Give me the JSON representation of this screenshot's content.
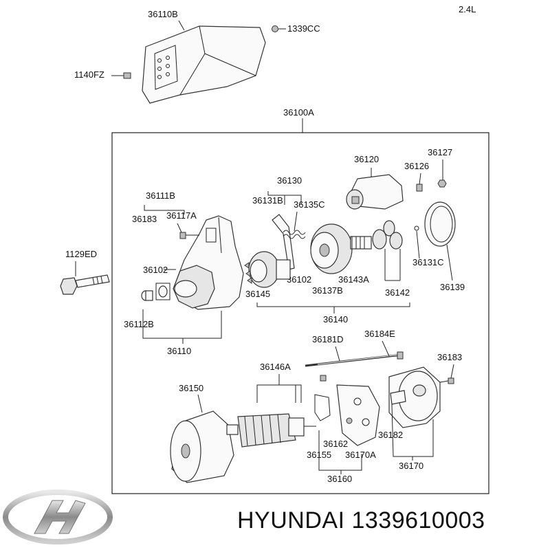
{
  "engine": "2.4L",
  "callouts": [
    {
      "id": "p36110B",
      "label": "36110B"
    },
    {
      "id": "p1339CC",
      "label": "1339CC"
    },
    {
      "id": "p1140FZ",
      "label": "1140FZ"
    },
    {
      "id": "p36100A",
      "label": "36100A"
    },
    {
      "id": "p36120",
      "label": "36120"
    },
    {
      "id": "p36127",
      "label": "36127"
    },
    {
      "id": "p36126",
      "label": "36126"
    },
    {
      "id": "p36130",
      "label": "36130"
    },
    {
      "id": "p36131B",
      "label": "36131B"
    },
    {
      "id": "p36135C",
      "label": "36135C"
    },
    {
      "id": "p36111B",
      "label": "36111B"
    },
    {
      "id": "p36183a",
      "label": "36183"
    },
    {
      "id": "p36117A",
      "label": "36117A"
    },
    {
      "id": "p1129ED",
      "label": "1129ED"
    },
    {
      "id": "p36102a",
      "label": "36102"
    },
    {
      "id": "p36102b",
      "label": "36102"
    },
    {
      "id": "p36143A",
      "label": "36143A"
    },
    {
      "id": "p36131C",
      "label": "36131C"
    },
    {
      "id": "p36139",
      "label": "36139"
    },
    {
      "id": "p36145",
      "label": "36145"
    },
    {
      "id": "p36137B",
      "label": "36137B"
    },
    {
      "id": "p36142",
      "label": "36142"
    },
    {
      "id": "p36112B",
      "label": "36112B"
    },
    {
      "id": "p36140",
      "label": "36140"
    },
    {
      "id": "p36110",
      "label": "36110"
    },
    {
      "id": "p36181D",
      "label": "36181D"
    },
    {
      "id": "p36184E",
      "label": "36184E"
    },
    {
      "id": "p36183b",
      "label": "36183"
    },
    {
      "id": "p36146A",
      "label": "36146A"
    },
    {
      "id": "p36150",
      "label": "36150"
    },
    {
      "id": "p36182",
      "label": "36182"
    },
    {
      "id": "p36162",
      "label": "36162"
    },
    {
      "id": "p36155",
      "label": "36155"
    },
    {
      "id": "p36170A",
      "label": "36170A"
    },
    {
      "id": "p36170",
      "label": "36170"
    },
    {
      "id": "p36160",
      "label": "36160"
    }
  ],
  "brand": {
    "name": "HYUNDAI",
    "part_number": "1339610003"
  },
  "logo_icon": "hyundai-logo-icon"
}
